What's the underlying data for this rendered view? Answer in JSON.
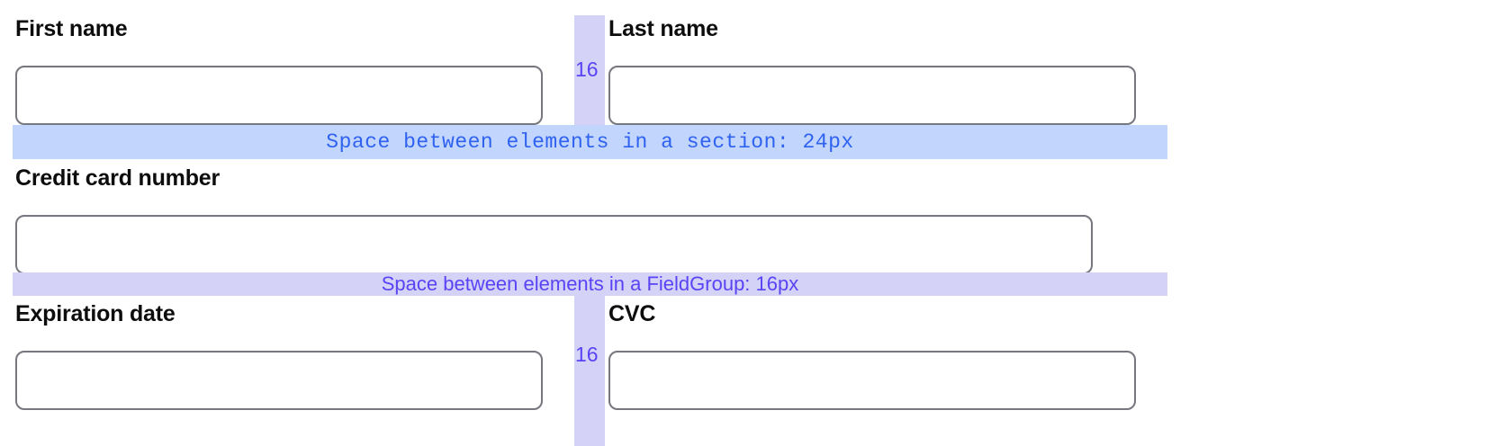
{
  "form": {
    "rows": [
      {
        "row_name": "name-row",
        "left": {
          "label": "First name",
          "value": "",
          "placeholder": ""
        },
        "right": {
          "label": "Last name",
          "value": "",
          "placeholder": ""
        },
        "gap_label": "16"
      },
      {
        "row_name": "card-row",
        "left": {
          "label": "Credit card number",
          "value": "",
          "placeholder": ""
        }
      },
      {
        "row_name": "expiry-cvc-row",
        "left": {
          "label": "Expiration date",
          "value": "",
          "placeholder": ""
        },
        "right": {
          "label": "CVC",
          "value": "",
          "placeholder": ""
        },
        "gap_label": "16"
      }
    ]
  },
  "annotations": {
    "section_band": {
      "text": "Space between elements in a section: 24px",
      "background": "#c2d6fd",
      "text_color": "#2f62f0"
    },
    "fieldgroup_band": {
      "text": "Space between elements in a FieldGroup: 16px",
      "background": "#d4d2f7",
      "text_color": "#5a43f5"
    },
    "gap_strip": {
      "background": "#d4d2f7",
      "text_color": "#5a43f5"
    }
  },
  "colors": {
    "input_border": "#76777f",
    "label_text": "#0d0d0d",
    "page_background": "#ffffff"
  }
}
